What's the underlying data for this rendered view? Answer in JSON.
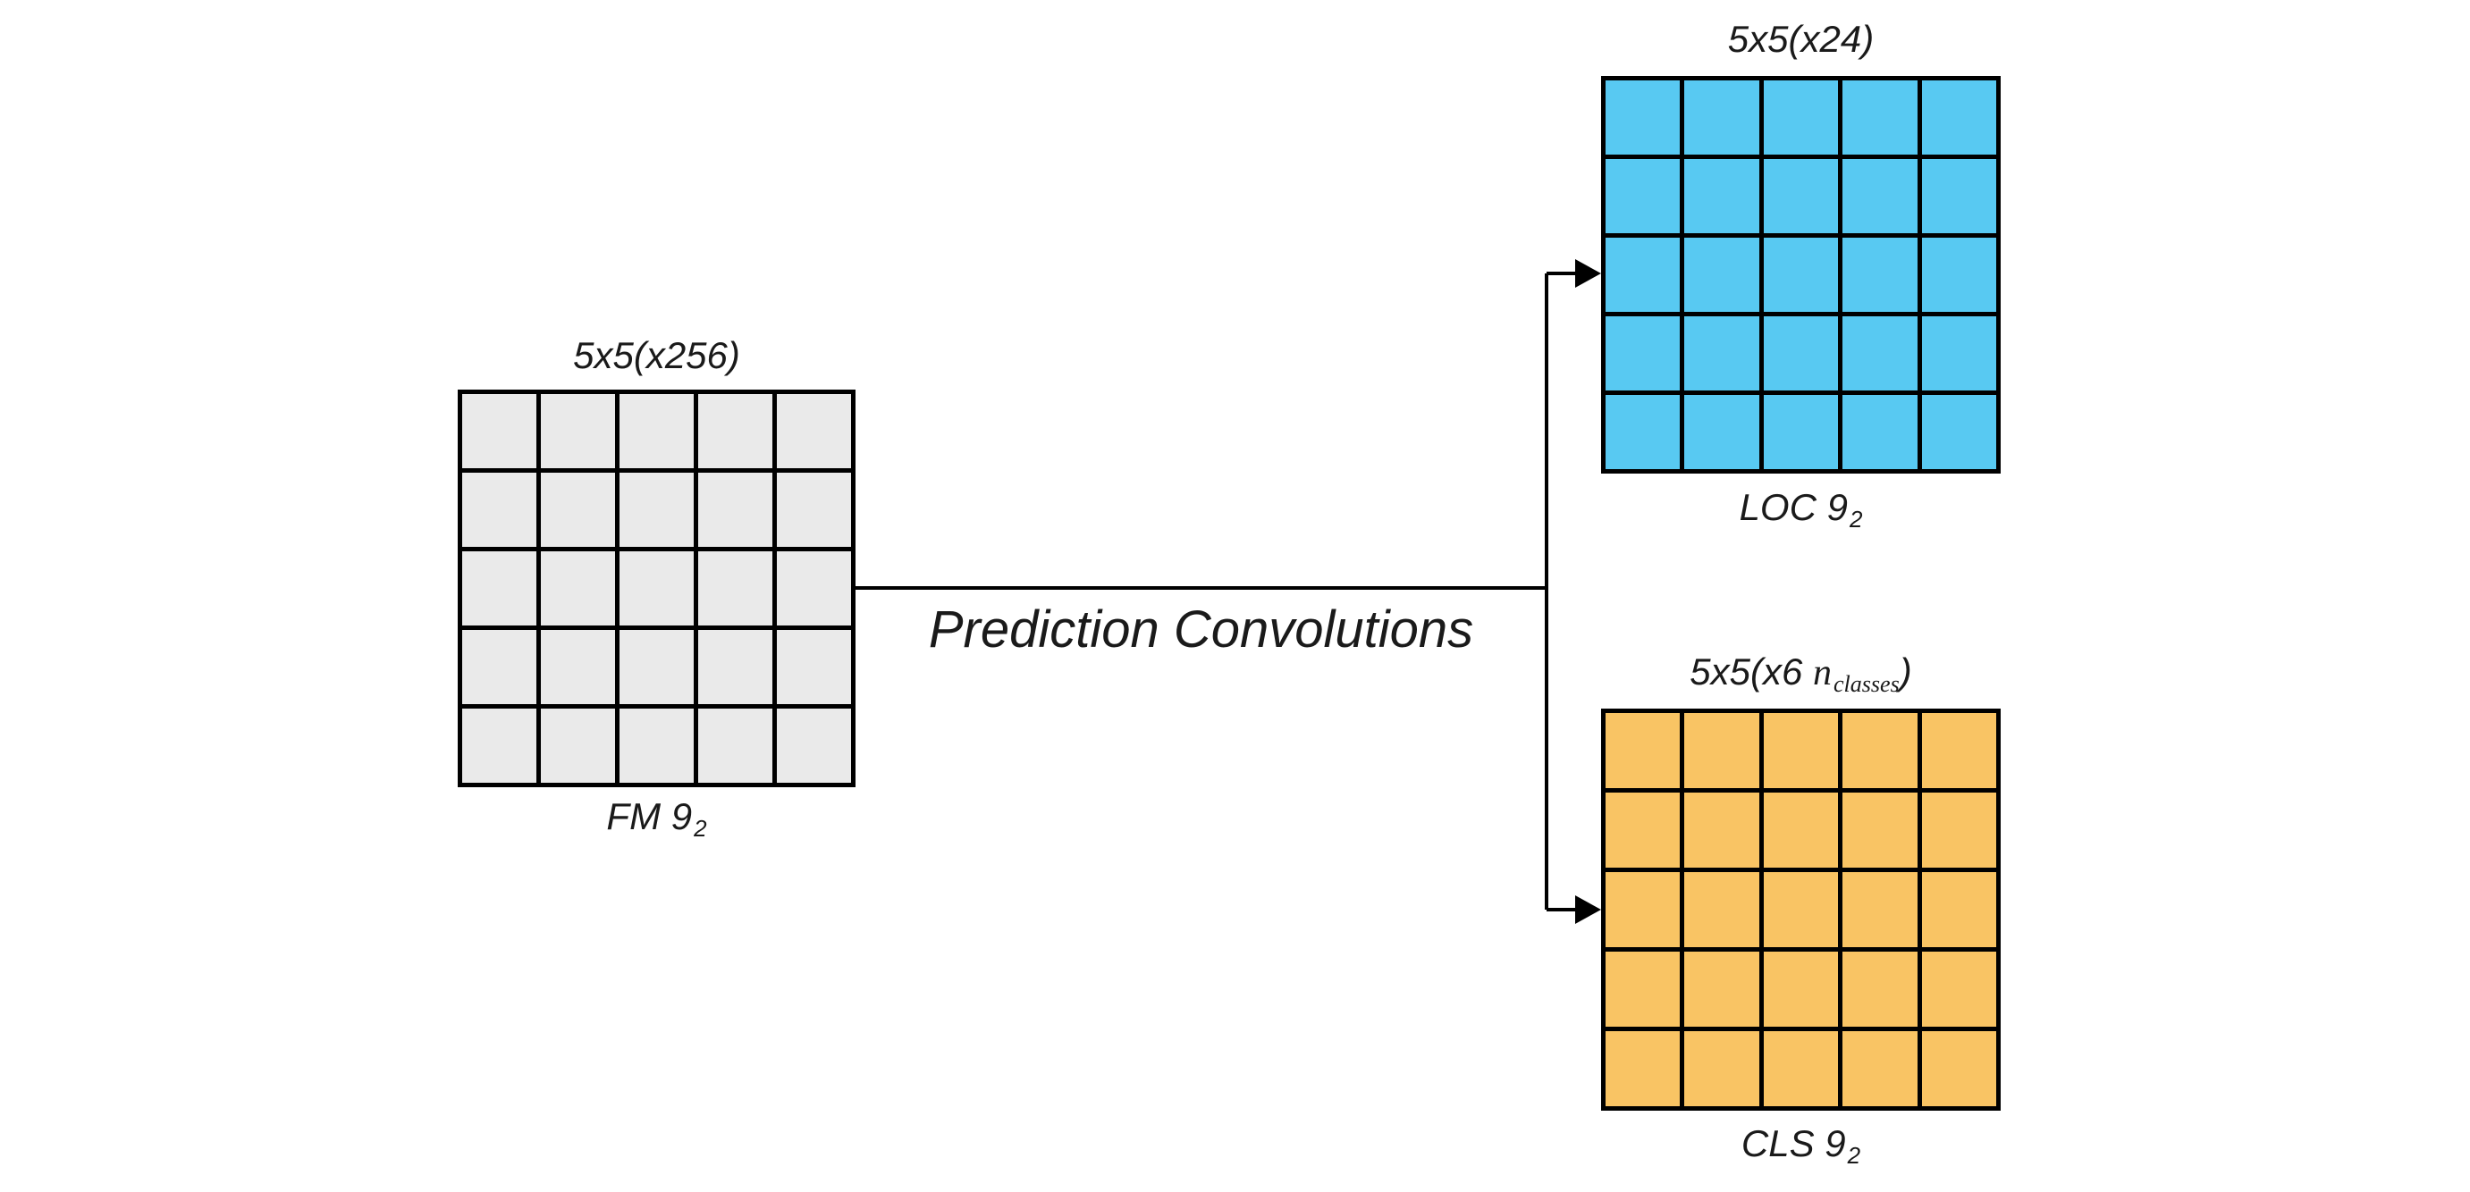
{
  "diagram": {
    "fm": {
      "top_label": "5x5(x256)",
      "name": "FM 9",
      "name_sub": "2"
    },
    "loc": {
      "top_label": "5x5(x24)",
      "name": "LOC 9",
      "name_sub": "2"
    },
    "cls": {
      "top_label_pre": "5x5(x6 ",
      "top_label_var": "n",
      "top_label_var_sub": "classes",
      "top_label_post": ")",
      "name": "CLS 9",
      "name_sub": "2"
    },
    "connector_label": "Prediction Convolutions",
    "grid": {
      "rows": 5,
      "cols": 5
    },
    "colors": {
      "fm_cell": "#EAEAEA",
      "loc_cell": "#58C9F2",
      "cls_cell": "#F9C464",
      "line": "#000000",
      "text": "#1A1A1A",
      "background": "#FFFFFF"
    }
  }
}
